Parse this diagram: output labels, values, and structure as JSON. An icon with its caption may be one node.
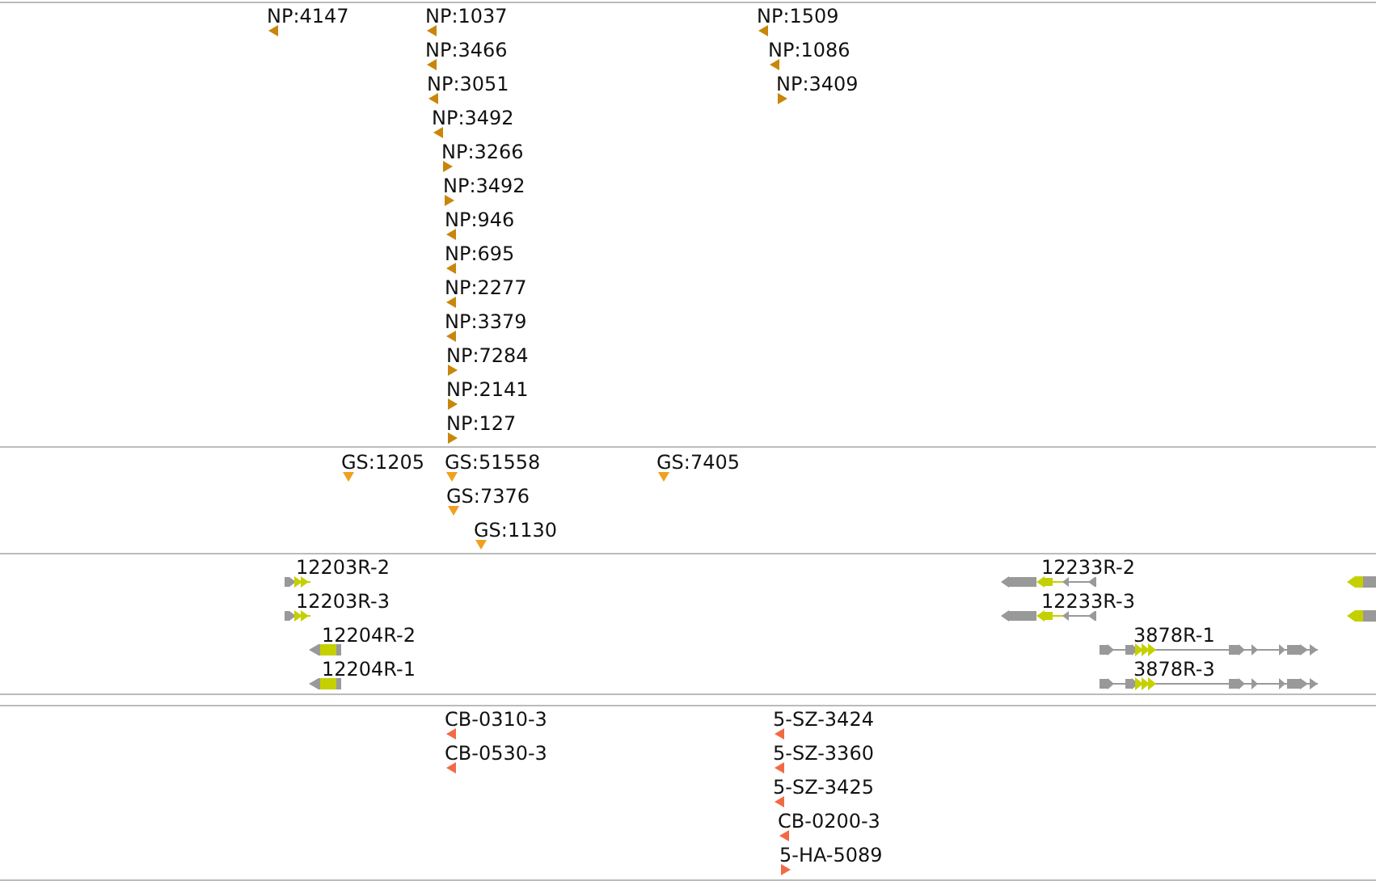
{
  "diagram": {
    "labels": [
      "NP:4147",
      "NP:1037",
      "NP:1509",
      "NP:3466",
      "NP:1086",
      "NP:3051",
      "NP:3409",
      "NP:3492",
      "NP:3266",
      "NP:3492",
      "NP:946",
      "NP:695",
      "NP:2277",
      "NP:3379",
      "NP:7284",
      "NP:2141",
      "NP:127",
      "GS:1205",
      "GS:51558",
      "GS:7405",
      "GS:7376",
      "GS:1130",
      "12203R-2",
      "12233R-2",
      "12203R-3",
      "12233R-3",
      "12204R-2",
      "3878R-1",
      "12204R-1",
      "3878R-3",
      "CB-0310-3",
      "5-SZ-3424",
      "CB-0530-3",
      "5-SZ-3360",
      "5-SZ-3425",
      "CB-0200-3",
      "5-HA-5089"
    ]
  }
}
